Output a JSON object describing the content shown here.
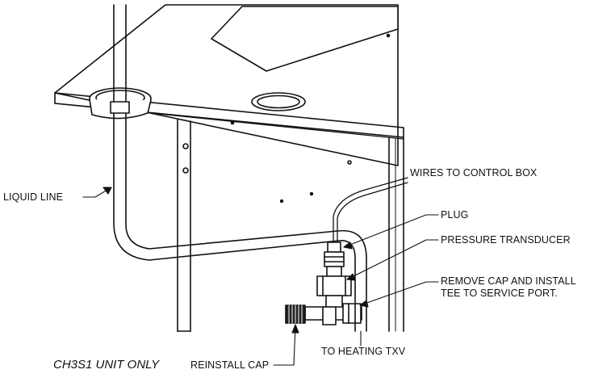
{
  "labels": {
    "liquid_line": "LIQUID LINE",
    "wires_to_control_box": "WIRES TO CONTROL BOX",
    "plug": "PLUG",
    "pressure_transducer": "PRESSURE TRANSDUCER",
    "remove_cap_line1": "REMOVE CAP AND INSTALL",
    "remove_cap_line2": "TEE TO SERVICE PORT.",
    "to_heating_txv": "TO HEATING TXV",
    "reinstall_cap": "REINSTALL CAP"
  },
  "caption": "CH3S1 UNIT ONLY"
}
